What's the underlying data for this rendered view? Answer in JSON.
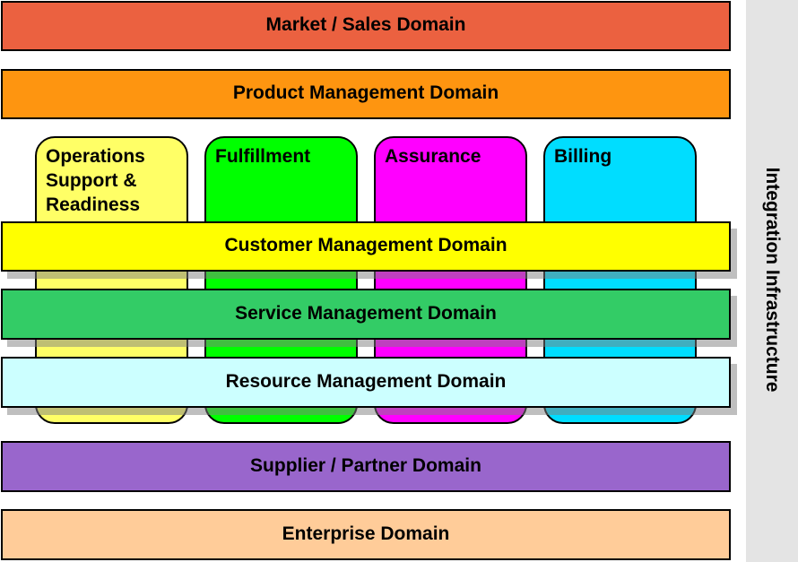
{
  "diagram": {
    "integration": {
      "label": "Integration Infrastructure",
      "color": "#e4e4e4"
    },
    "top_domains": [
      {
        "label": "Market / Sales Domain",
        "color": "#eb6140"
      },
      {
        "label": "Product Management Domain",
        "color": "#fe9510"
      }
    ],
    "process_columns": [
      {
        "label": "Operations\nSupport &\nReadiness",
        "color": "#ffff66"
      },
      {
        "label": "Fulfillment",
        "color": "#00ff00"
      },
      {
        "label": "Assurance",
        "color": "#ff00ff"
      },
      {
        "label": "Billing",
        "color": "#00ddff"
      }
    ],
    "layered_domains": [
      {
        "label": "Customer Management Domain",
        "color": "#ffff00"
      },
      {
        "label": "Service Management Domain",
        "color": "#33cc66"
      },
      {
        "label": "Resource Management Domain",
        "color": "#ccffff"
      }
    ],
    "bottom_domains": [
      {
        "label": "Supplier / Partner Domain",
        "color": "#9966cc"
      },
      {
        "label": "Enterprise Domain",
        "color": "#ffcc99"
      }
    ]
  }
}
